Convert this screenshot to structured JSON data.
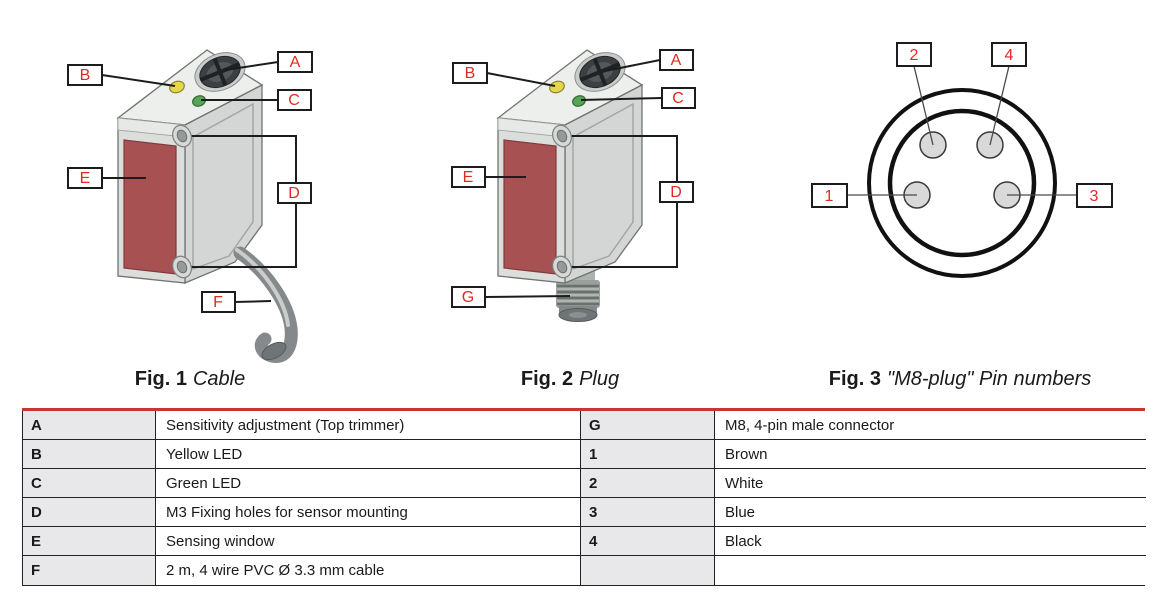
{
  "colors": {
    "accent_red": "#e02b20",
    "table_top_line": "#cd342b",
    "key_cell_bg": "#e8e8ea",
    "sensor_body_gray": "#dcdedc",
    "sensor_top_gray": "#edefec",
    "sensing_window_red": "#a85153",
    "led_yellow": "#e5d74b",
    "led_green": "#58a55a",
    "trimmer_dark": "#3c4042",
    "cable_gray": "#85898b",
    "pin_fill": "#d9d9d9"
  },
  "figures": {
    "fig1": {
      "caption_label": "Fig. 1",
      "caption_text": "Cable",
      "labels": {
        "a": "A",
        "b": "B",
        "c": "C",
        "d": "D",
        "e": "E",
        "f": "F"
      }
    },
    "fig2": {
      "caption_label": "Fig. 2",
      "caption_text": "Plug",
      "labels": {
        "a": "A",
        "b": "B",
        "c": "C",
        "d": "D",
        "e": "E",
        "g": "G"
      }
    },
    "fig3": {
      "caption_label": "Fig. 3",
      "caption_text": "\"M8-plug\" Pin numbers",
      "labels": {
        "pin1": "1",
        "pin2": "2",
        "pin3": "3",
        "pin4": "4"
      }
    }
  },
  "table": {
    "left": [
      {
        "key": "A",
        "desc": "Sensitivity adjustment (Top trimmer)"
      },
      {
        "key": "B",
        "desc": "Yellow LED"
      },
      {
        "key": "C",
        "desc": "Green LED"
      },
      {
        "key": "D",
        "desc": "M3 Fixing holes for sensor mounting"
      },
      {
        "key": "E",
        "desc": "Sensing window"
      },
      {
        "key": "F",
        "desc": "2 m, 4 wire PVC Ø 3.3 mm cable"
      }
    ],
    "right": [
      {
        "key": "G",
        "desc": "M8, 4-pin male connector"
      },
      {
        "key": "1",
        "desc": "Brown"
      },
      {
        "key": "2",
        "desc": "White"
      },
      {
        "key": "3",
        "desc": "Blue"
      },
      {
        "key": "4",
        "desc": "Black"
      },
      {
        "key": "",
        "desc": ""
      }
    ]
  }
}
